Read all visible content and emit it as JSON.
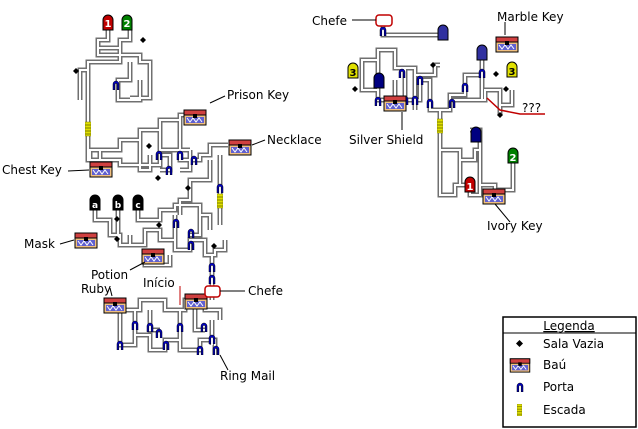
{
  "map": {
    "labels": {
      "chefe_top": "Chefe",
      "marble_key": "Marble Key",
      "prison_key": "Prison Key",
      "necklace": "Necklace",
      "silver_shield": "Silver Shield",
      "unknown": "???",
      "chest_key": "Chest Key",
      "ivory_key": "Ivory Key",
      "mask": "Mask",
      "potion": "Potion",
      "inicio": "Início",
      "ruby": "Ruby",
      "chefe_bottom": "Chefe",
      "ring_mail": "Ring Mail"
    },
    "stair_markers": {
      "s1": "1",
      "s2": "2",
      "s3a": "3",
      "s3b": "3",
      "s2b": "2",
      "s1b": "1",
      "a": "a",
      "b": "b",
      "c": "c"
    }
  },
  "legend": {
    "title": "Legenda",
    "items": [
      {
        "label": "Sala Vazia",
        "icon": "empty-room-icon"
      },
      {
        "label": "Baú",
        "icon": "chest-icon"
      },
      {
        "label": "Porta",
        "icon": "door-icon"
      },
      {
        "label": "Escada",
        "icon": "stairs-icon"
      }
    ]
  },
  "colors": {
    "corridor": "#808080",
    "door": "#0000c0",
    "stairs": "#e0e000",
    "link_red": "#c00000",
    "marker_red": "#c00000",
    "marker_green": "#008000",
    "marker_yellow": "#e0e000",
    "marker_blue": "#000080"
  }
}
